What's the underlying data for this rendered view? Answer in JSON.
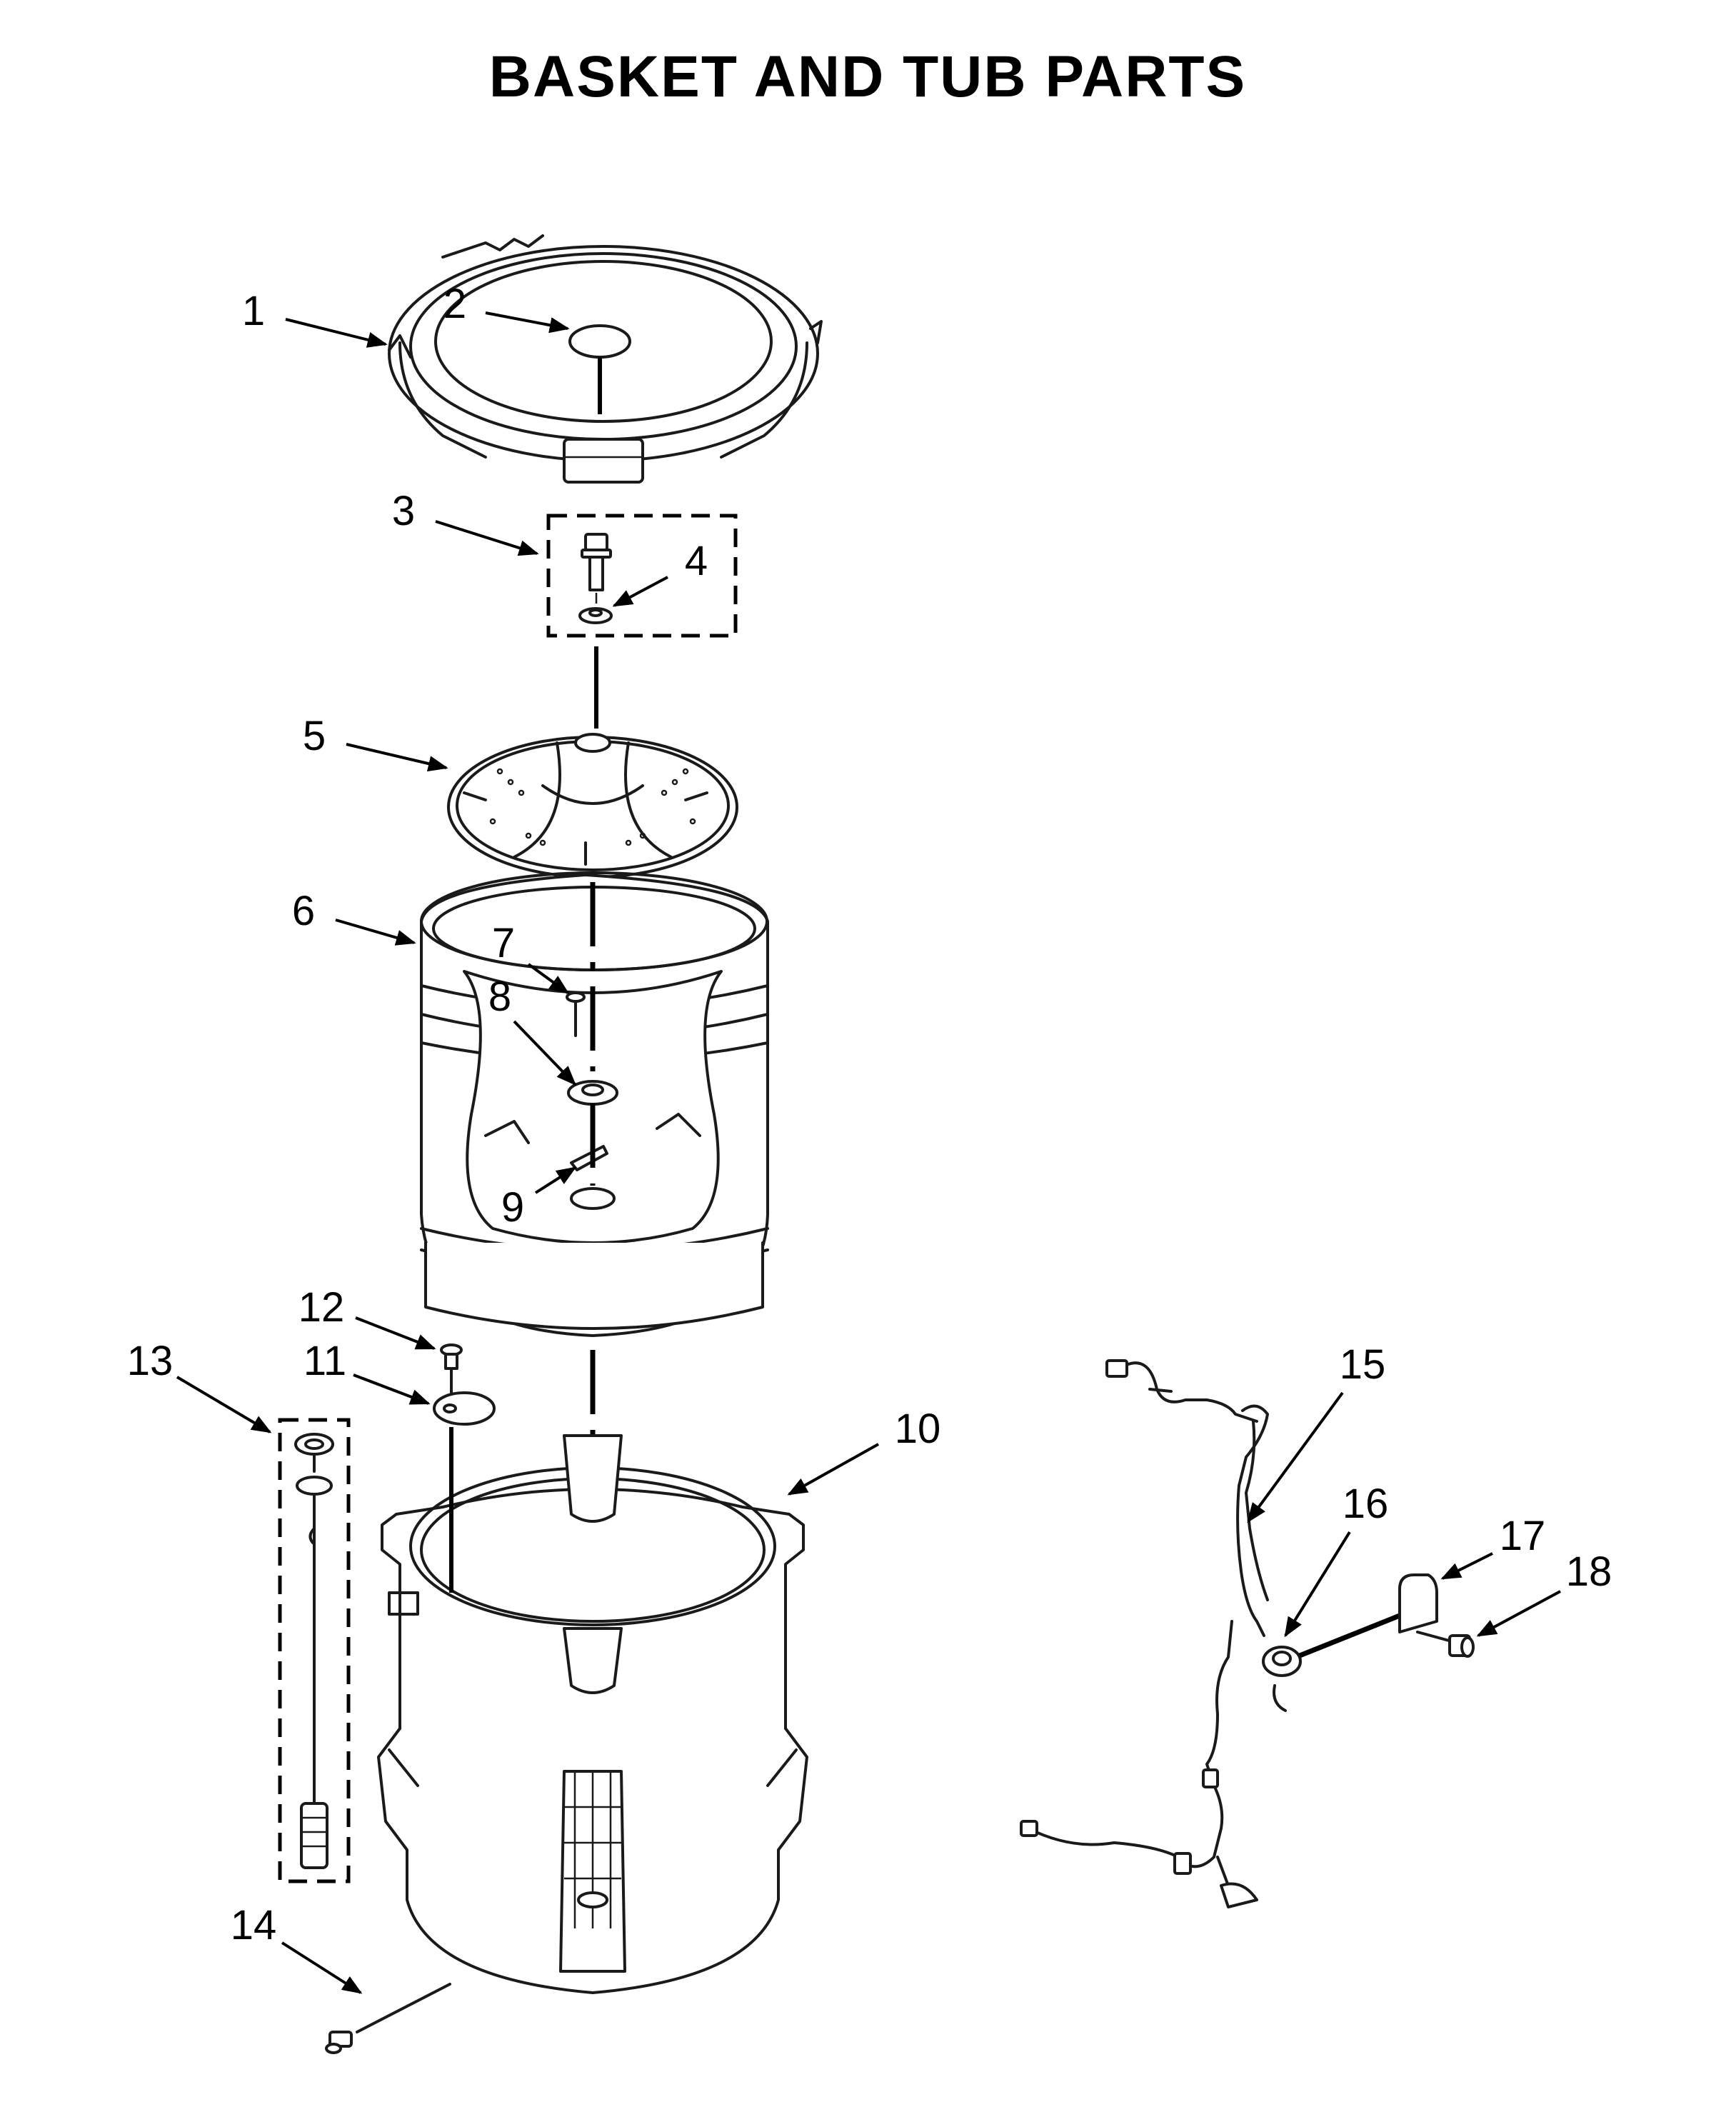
{
  "title": "BASKET AND TUB PARTS",
  "callouts": [
    "1",
    "2",
    "3",
    "4",
    "5",
    "6",
    "7",
    "8",
    "9",
    "10",
    "11",
    "12",
    "13",
    "14",
    "15",
    "16",
    "17",
    "18"
  ]
}
